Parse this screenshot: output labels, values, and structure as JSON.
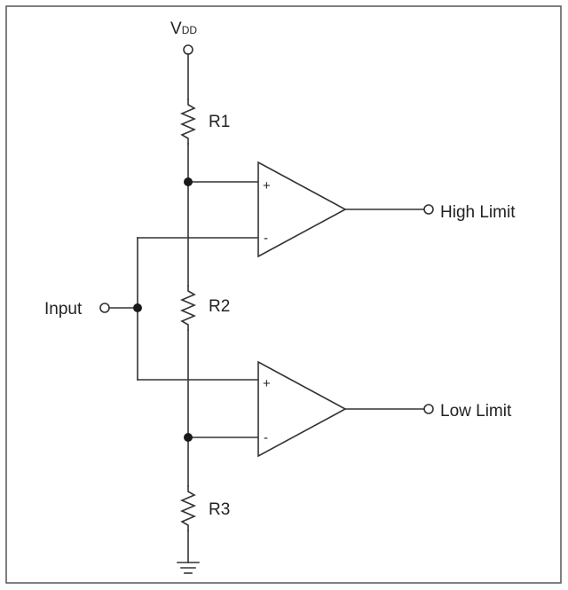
{
  "supply": {
    "main": "V",
    "sub": "DD"
  },
  "resistors": {
    "r1": "R1",
    "r2": "R2",
    "r3": "R3"
  },
  "input_label": "Input",
  "outputs": {
    "high": "High Limit",
    "low": "Low Limit"
  },
  "comparators": {
    "high": {
      "plus": "+",
      "minus": "-"
    },
    "low": {
      "plus": "+",
      "minus": "-"
    }
  }
}
